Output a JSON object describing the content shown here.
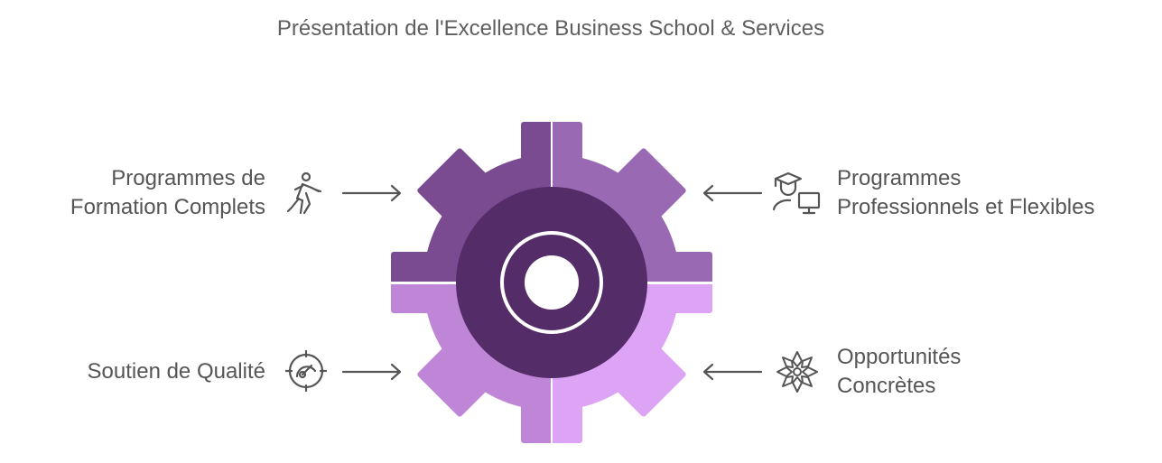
{
  "title": "Présentation de l'Excellence Business School & Services",
  "colors": {
    "top_left": "#7a4b91",
    "top_right": "#9a69b3",
    "bottom_left": "#bf86d8",
    "bottom_right": "#dda3f4",
    "inner_disc": "#542c68",
    "text": "#555555",
    "icon": "#555555"
  },
  "items": [
    {
      "position": "top-left",
      "lines": [
        "Programmes de",
        "Formation Complets"
      ],
      "icon": "person-walking-icon"
    },
    {
      "position": "top-right",
      "lines": [
        "Programmes",
        "Professionnels et Flexibles"
      ],
      "icon": "graduate-computer-icon"
    },
    {
      "position": "bottom-left",
      "lines": [
        "Soutien de Qualité"
      ],
      "icon": "target-gauge-icon"
    },
    {
      "position": "bottom-right",
      "lines": [
        "Opportunités",
        "Concrètes"
      ],
      "icon": "flower-star-icon"
    }
  ]
}
